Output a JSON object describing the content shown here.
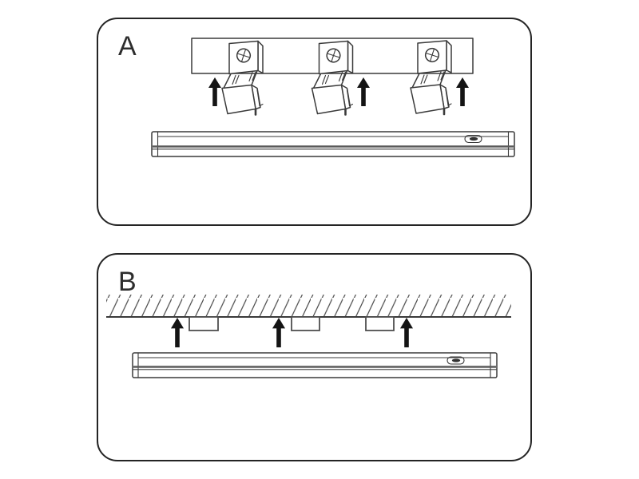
{
  "page": {
    "background": "#ffffff"
  },
  "colors": {
    "background": "#ffffff",
    "panel_fill": "#ffffff",
    "panel_border": "#242424",
    "line": "#3a3a3a",
    "arrow": "#141414",
    "bar_stripe": "#5b5b5b",
    "label_color": "#2d2d2d"
  },
  "panels": [
    {
      "label": "A",
      "icons": [
        "mounting-rail",
        "spring-clip-icon",
        "spring-clip-icon",
        "spring-clip-icon",
        "up-arrow-icon",
        "up-arrow-icon",
        "up-arrow-icon",
        "light-bar",
        "power-switch-icon"
      ]
    },
    {
      "label": "B",
      "icons": [
        "ceiling-hatch",
        "clip-slot",
        "clip-slot",
        "clip-slot",
        "up-arrow-icon",
        "up-arrow-icon",
        "up-arrow-icon",
        "light-bar",
        "power-switch-icon"
      ]
    }
  ]
}
